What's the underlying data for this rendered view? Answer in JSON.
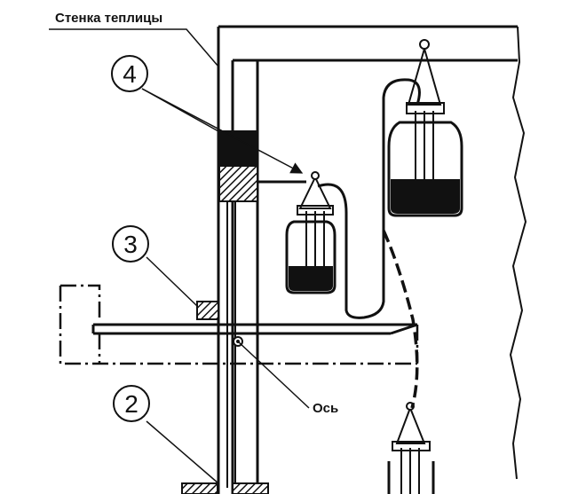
{
  "labels": {
    "wall": "Стенка теплицы",
    "axis": "Ось",
    "n4": "4",
    "n3": "3",
    "n2": "2"
  },
  "colors": {
    "ink": "#111111",
    "liquid": "#000000",
    "paper": "#ffffff"
  }
}
